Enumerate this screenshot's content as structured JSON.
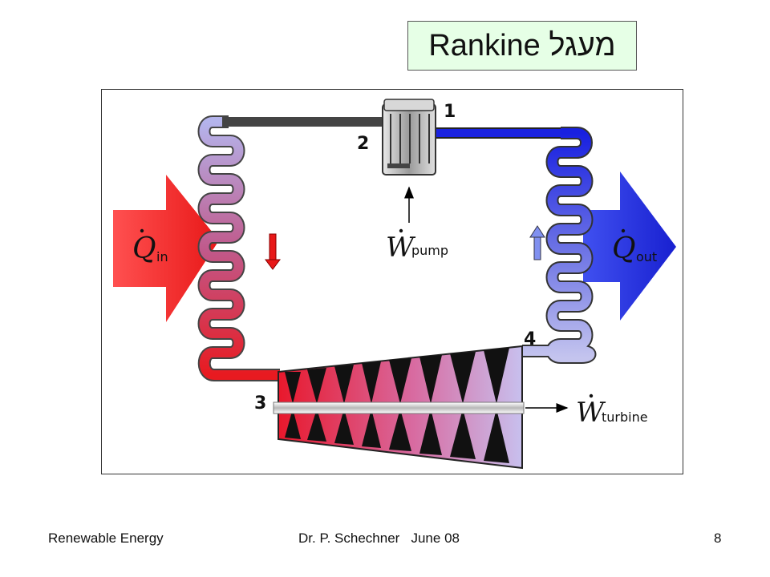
{
  "slide": {
    "title": "Rankine מעגל",
    "number": "8"
  },
  "diagram": {
    "state_labels": [
      "1",
      "2",
      "3",
      "4"
    ],
    "heat_in": {
      "symbol": "Q",
      "subscript": "in"
    },
    "heat_out": {
      "symbol": "Q",
      "subscript": "out"
    },
    "pump_work": {
      "symbol": "W",
      "subscript": "pump"
    },
    "turbine_work": {
      "symbol": "W",
      "subscript": "turbine"
    },
    "colors": {
      "hot": "#e8202a",
      "cold": "#2030e8",
      "mid": "#b0a8e8"
    }
  },
  "footer": {
    "left": "Renewable Energy",
    "center": "Dr. P. Schechner   June 08"
  }
}
